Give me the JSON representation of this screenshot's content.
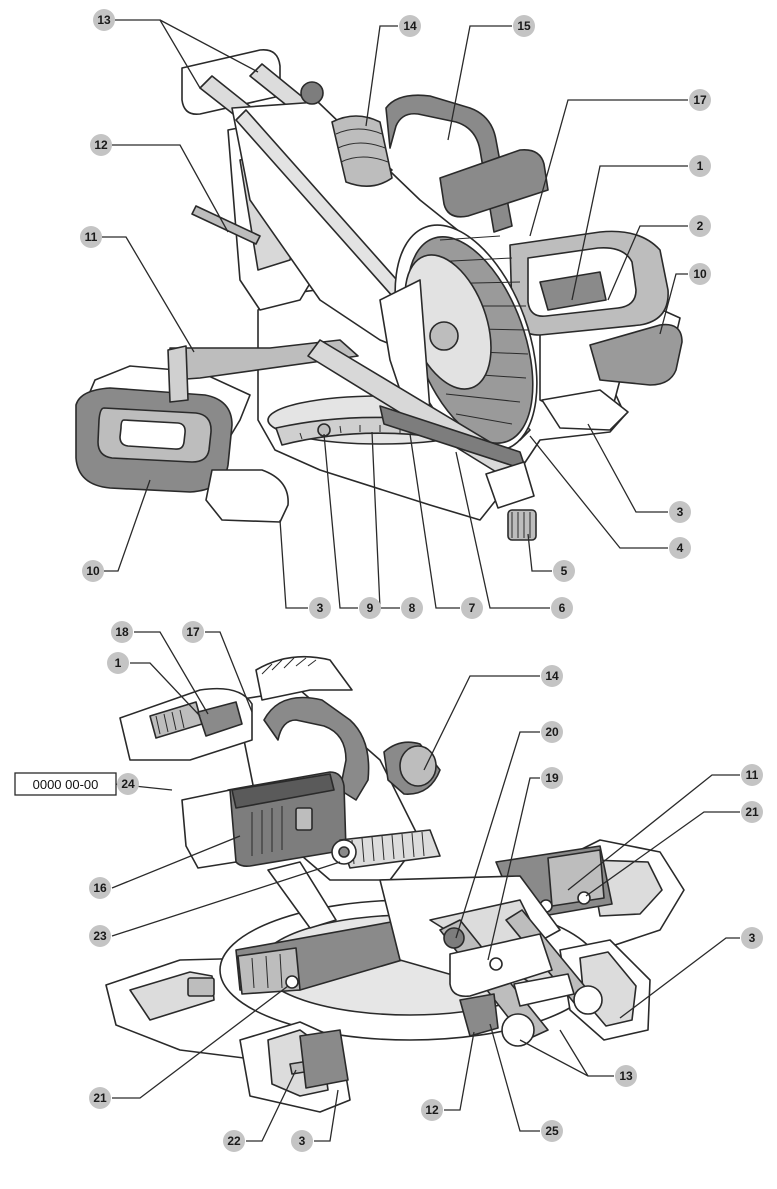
{
  "callouts": [
    {
      "id": "c13-top",
      "label": "13"
    },
    {
      "id": "c14-top",
      "label": "14"
    },
    {
      "id": "c15",
      "label": "15"
    },
    {
      "id": "c12-top",
      "label": "12"
    },
    {
      "id": "c17-top",
      "label": "17"
    },
    {
      "id": "c1-top",
      "label": "1"
    },
    {
      "id": "c11-top",
      "label": "11"
    },
    {
      "id": "c2",
      "label": "2"
    },
    {
      "id": "c10-right",
      "label": "10"
    },
    {
      "id": "c10-left",
      "label": "10"
    },
    {
      "id": "c3-right",
      "label": "3"
    },
    {
      "id": "c4",
      "label": "4"
    },
    {
      "id": "c5",
      "label": "5"
    },
    {
      "id": "c3-bottom",
      "label": "3"
    },
    {
      "id": "c9",
      "label": "9"
    },
    {
      "id": "c8",
      "label": "8"
    },
    {
      "id": "c7",
      "label": "7"
    },
    {
      "id": "c6",
      "label": "6"
    },
    {
      "id": "c18",
      "label": "18"
    },
    {
      "id": "c17-bot",
      "label": "17"
    },
    {
      "id": "c1-bot",
      "label": "1"
    },
    {
      "id": "c14-bot",
      "label": "14"
    },
    {
      "id": "c20",
      "label": "20"
    },
    {
      "id": "c24",
      "label": "24"
    },
    {
      "id": "c19",
      "label": "19"
    },
    {
      "id": "c11-bot",
      "label": "11"
    },
    {
      "id": "c21-right",
      "label": "21"
    },
    {
      "id": "c16",
      "label": "16"
    },
    {
      "id": "c23",
      "label": "23"
    },
    {
      "id": "c3-bot-right",
      "label": "3"
    },
    {
      "id": "c21-left",
      "label": "21"
    },
    {
      "id": "c13-bot",
      "label": "13"
    },
    {
      "id": "c12-bot",
      "label": "12"
    },
    {
      "id": "c22",
      "label": "22"
    },
    {
      "id": "c3-bot-left",
      "label": "3"
    },
    {
      "id": "c25",
      "label": "25"
    }
  ],
  "date_code": "0000 00-00",
  "colors": {
    "body_light": "#ffffff",
    "body_mid": "#c9c9c9",
    "body_dark": "#7d7d7d",
    "badge": "#c4c4c4",
    "outline": "#2a2a2a"
  }
}
